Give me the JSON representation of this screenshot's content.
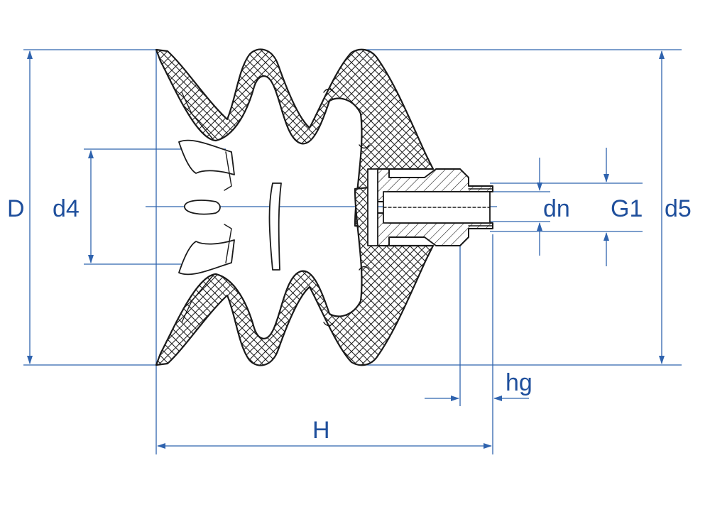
{
  "diagram": {
    "labels": {
      "D": "D",
      "d4": "d4",
      "dn": "dn",
      "G1": "G1",
      "d5": "d5",
      "hg": "hg",
      "H": "H"
    },
    "colors": {
      "dimension": "#2f63ae",
      "label": "#1f4f9c",
      "outline": "#1a1a1a"
    }
  }
}
